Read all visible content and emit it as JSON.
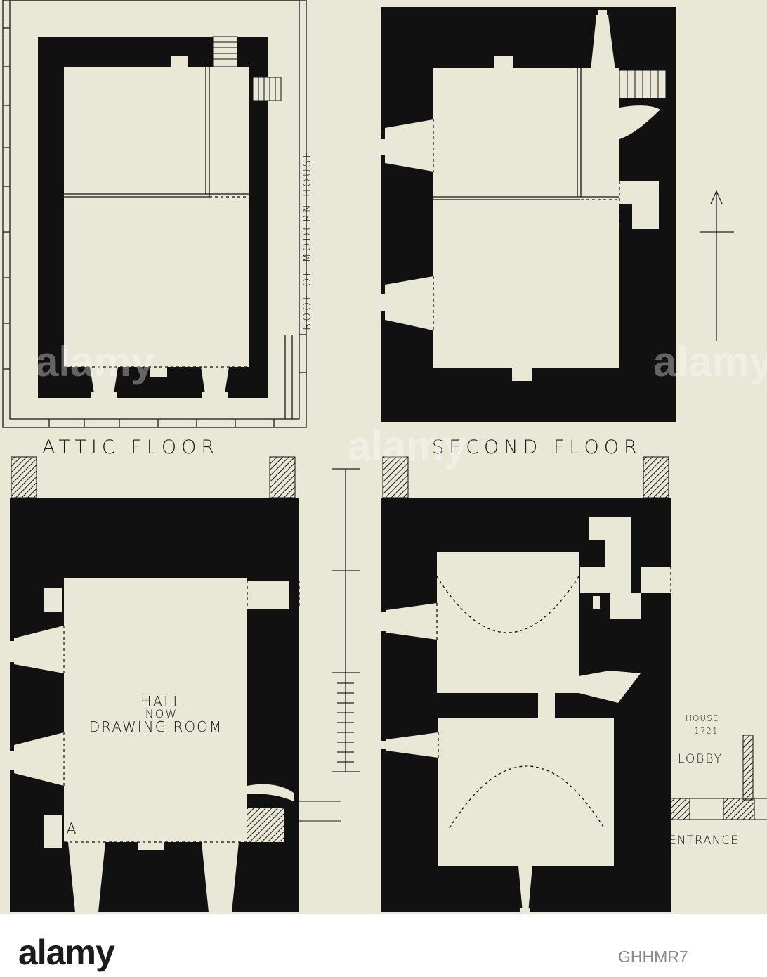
{
  "plan": {
    "attic_label": "ATTIC FLOOR",
    "second_label": "SECOND FLOOR",
    "roof_label": "ROOF OF MODERN HOUSE",
    "hall_label": "HALL",
    "now_label": "NOW",
    "drawing_room_label": "DRAWING ROOM",
    "marker_a": "A",
    "house_label": "HOUSE",
    "house_date": "1721",
    "lobby_label": "LOBBY",
    "entrance_label": "ENTRANCE"
  },
  "watermark": {
    "logo": "alamy",
    "code": "GHHMR7"
  },
  "colors": {
    "paper": "#e9e7d6",
    "ink": "#111111"
  }
}
